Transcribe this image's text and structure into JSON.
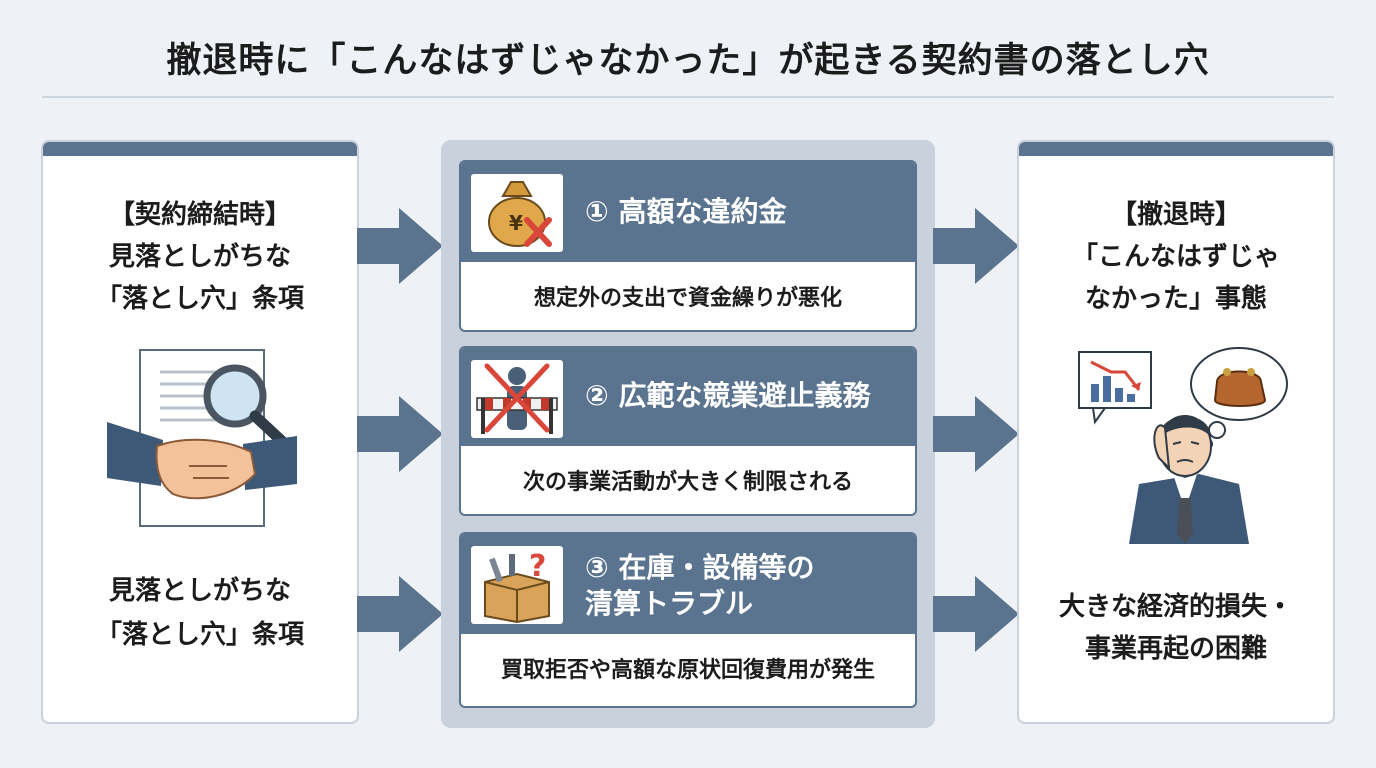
{
  "title": "撤退時に「こんなはずじゃなかった」が起きる契約書の落とし穴",
  "colors": {
    "accent": "#5a7490",
    "background": "#eef2f6",
    "center_panel": "#c8d1dc"
  },
  "left": {
    "top_lines": [
      "【契約締結時】",
      "見落としがちな",
      "「落とし穴」条項"
    ],
    "bottom_lines": [
      "見落としがちな",
      "「落とし穴」条項"
    ],
    "illustration": "handshake-contract-magnifier-icon"
  },
  "cards": [
    {
      "title_lines": [
        "① 高額な違約金"
      ],
      "desc": "想定外の支出で資金繰りが悪化",
      "icon": "money-bag-cross-icon"
    },
    {
      "title_lines": [
        "② 広範な競業避止義務"
      ],
      "desc": "次の事業活動が大きく制限される",
      "icon": "blocked-person-barrier-icon"
    },
    {
      "title_lines": [
        "③ 在庫・設備等の",
        "清算トラブル"
      ],
      "desc": "買取拒否や高額な原状回復費用が発生",
      "icon": "box-tools-question-icon"
    }
  ],
  "right": {
    "top_lines": [
      "【撤退時】",
      "「こんなはずじゃ",
      "なかった」事態"
    ],
    "bottom_lines": [
      "大きな経済的損失・",
      "事業再起の困難"
    ],
    "illustration": "worried-businessman-icon"
  }
}
